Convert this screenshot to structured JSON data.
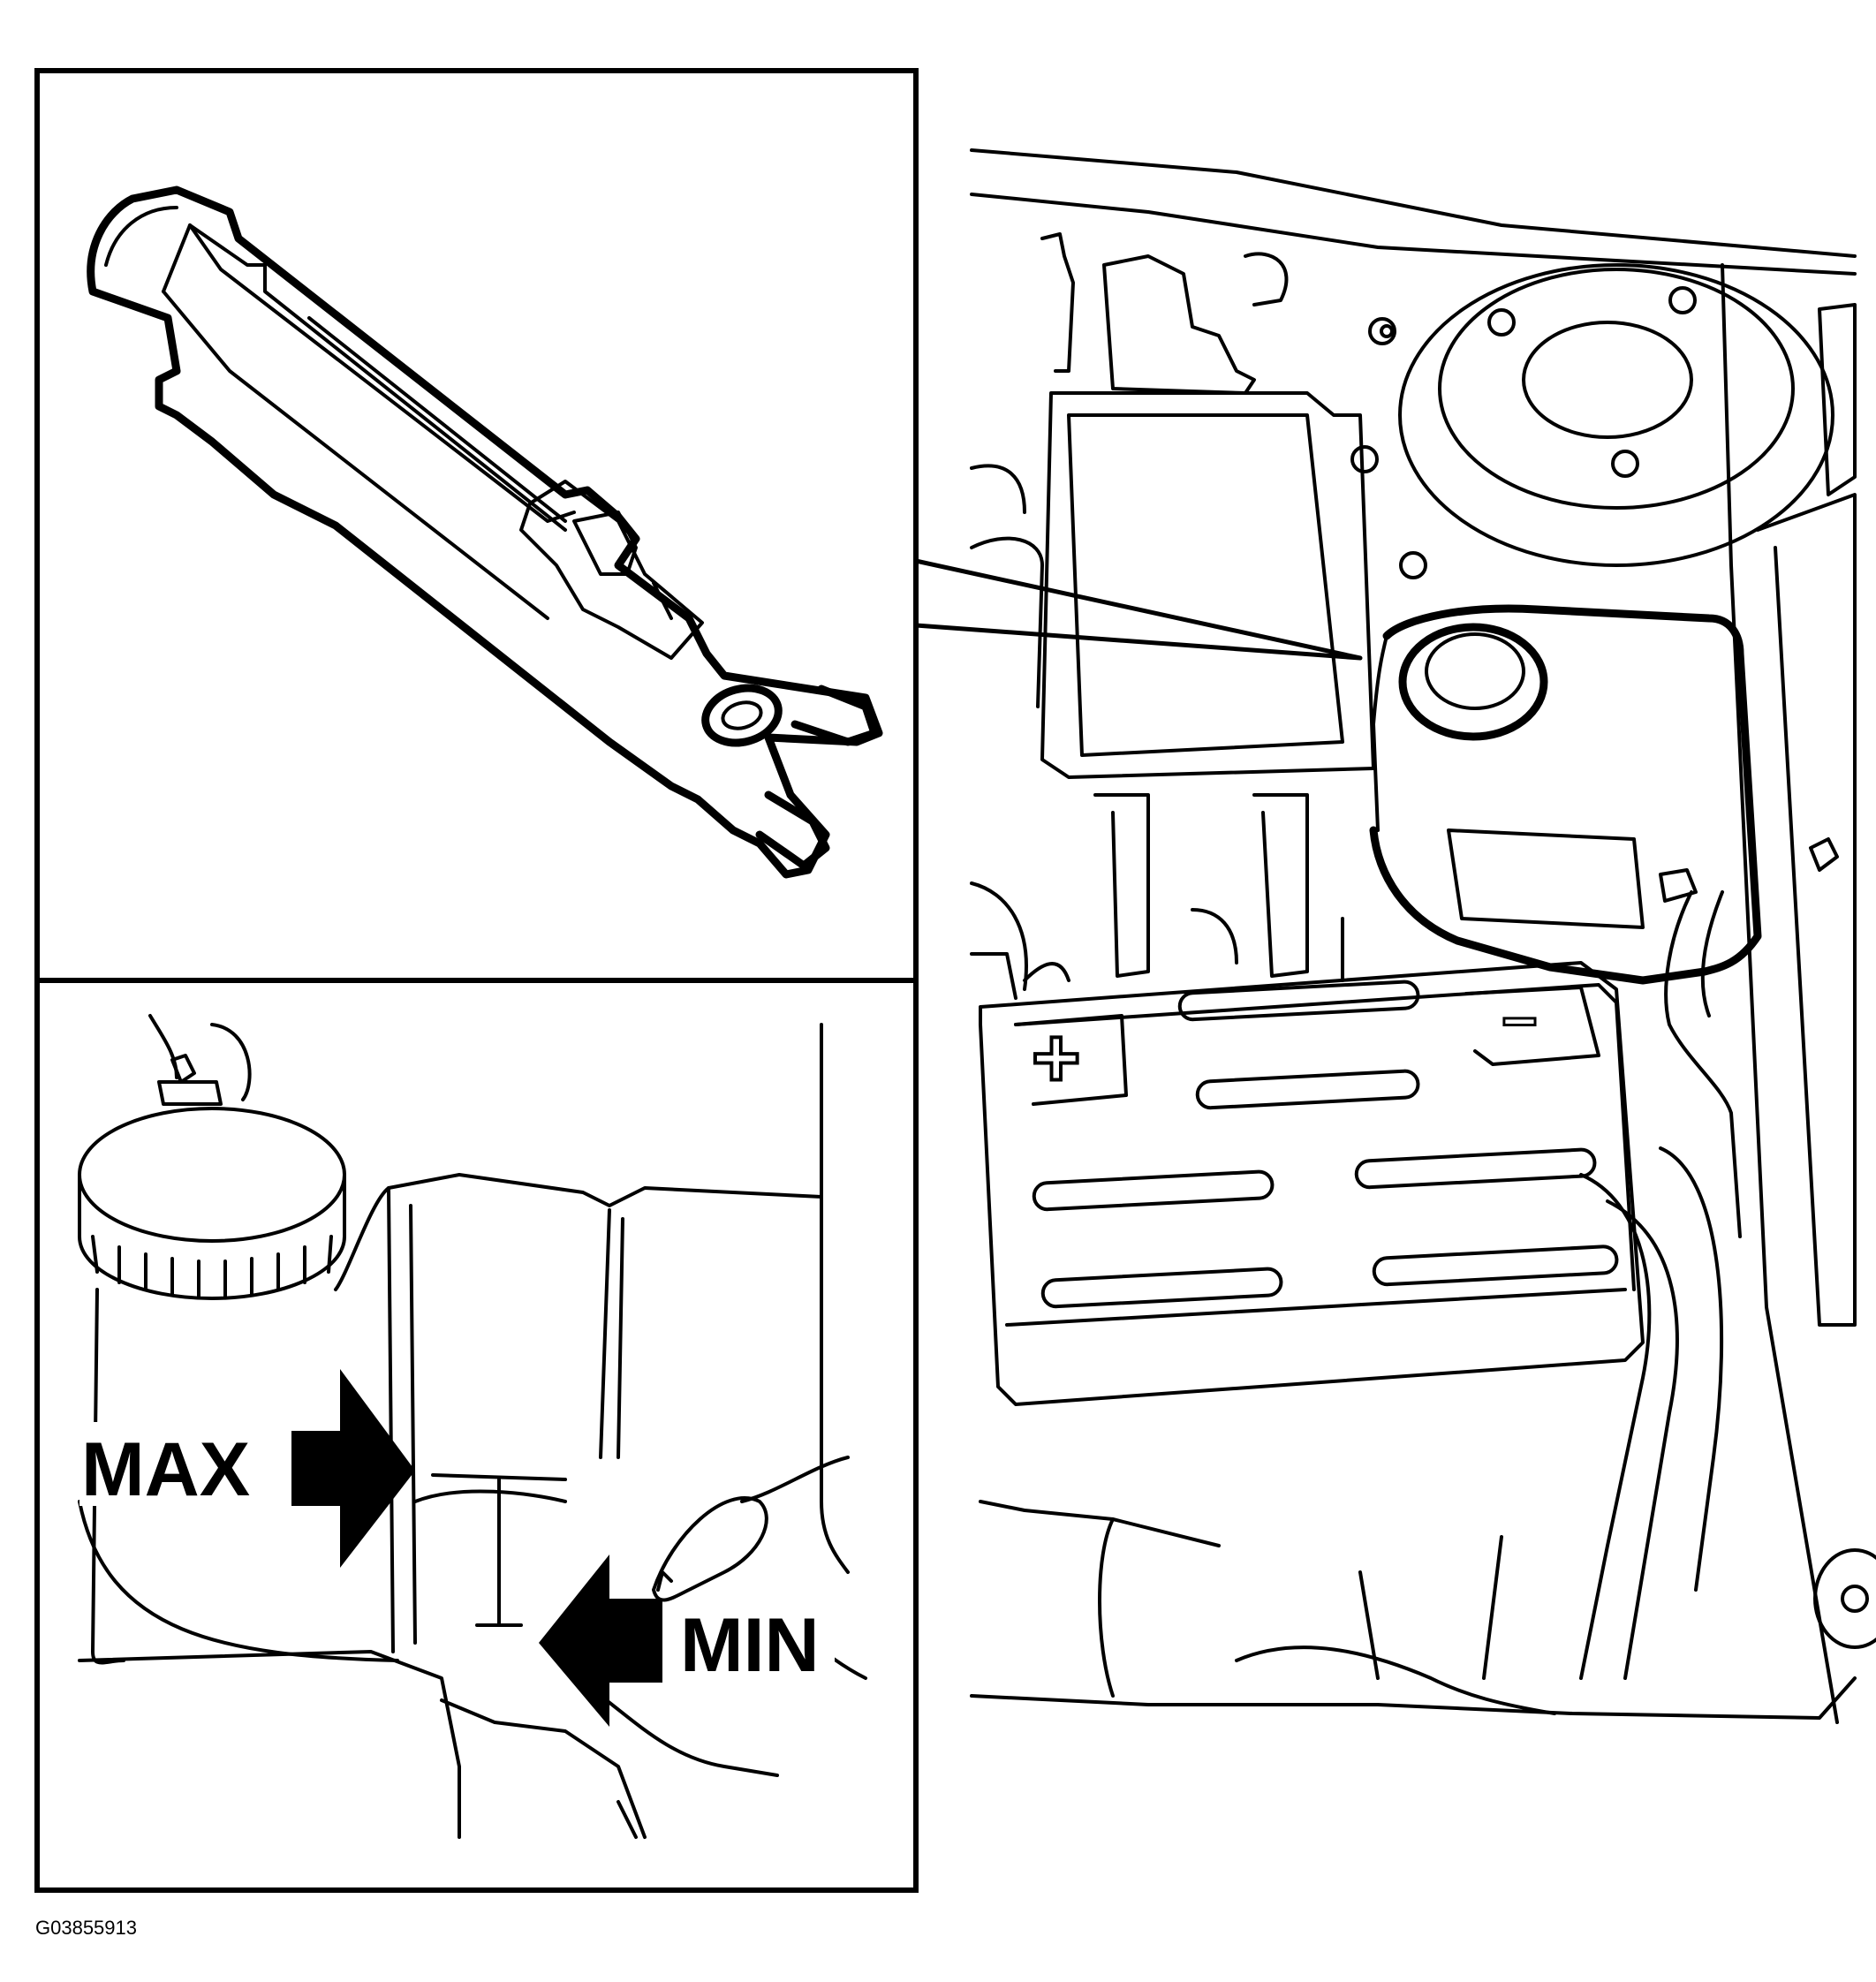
{
  "labels": {
    "max": "MAX",
    "min": "MIN",
    "figure_id": "G03855913"
  },
  "battery": {
    "plus": "+",
    "minus": "−"
  }
}
